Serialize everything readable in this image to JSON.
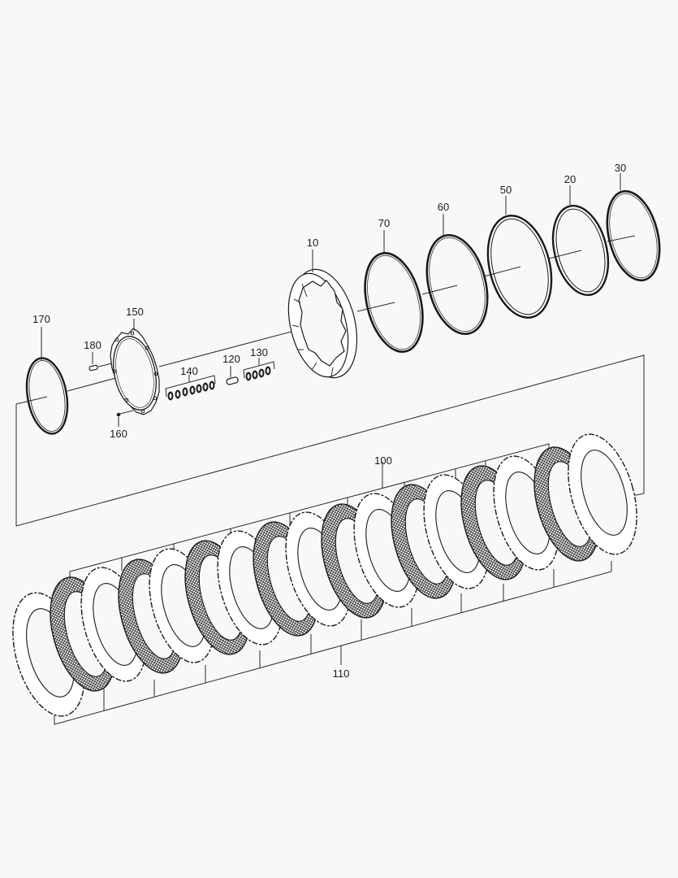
{
  "diagram": {
    "type": "exploded-parts-view",
    "subject": "clutch pack assembly",
    "background_color": "#f8f8f8",
    "line_color": "#2a2a2a",
    "callouts": [
      {
        "id": "c10",
        "label": "10",
        "part": "clutch piston / carrier"
      },
      {
        "id": "c20",
        "label": "20",
        "part": "seal ring"
      },
      {
        "id": "c30",
        "label": "30",
        "part": "seal ring"
      },
      {
        "id": "c50",
        "label": "50",
        "part": "seal ring"
      },
      {
        "id": "c60",
        "label": "60",
        "part": "seal ring"
      },
      {
        "id": "c70",
        "label": "70",
        "part": "seal ring"
      },
      {
        "id": "c100",
        "label": "100",
        "part": "friction disc (lined)"
      },
      {
        "id": "c110",
        "label": "110",
        "part": "steel disc (outer teeth)"
      },
      {
        "id": "c120",
        "label": "120",
        "part": "pin"
      },
      {
        "id": "c130",
        "label": "130",
        "part": "spring set (4)"
      },
      {
        "id": "c140",
        "label": "140",
        "part": "spring set (7)"
      },
      {
        "id": "c150",
        "label": "150",
        "part": "cover plate"
      },
      {
        "id": "c160",
        "label": "160",
        "part": "screw"
      },
      {
        "id": "c170",
        "label": "170",
        "part": "snap ring"
      },
      {
        "id": "c180",
        "label": "180",
        "part": "pin"
      }
    ],
    "labels": {
      "l10": "10",
      "l20": "20",
      "l30": "30",
      "l50": "50",
      "l60": "60",
      "l70": "70",
      "l100": "100",
      "l110": "110",
      "l120": "120",
      "l130": "130",
      "l140": "140",
      "l150": "150",
      "l160": "160",
      "l170": "170",
      "l180": "180"
    },
    "disc_pack": {
      "friction_discs": 8,
      "steel_discs": 9
    }
  }
}
